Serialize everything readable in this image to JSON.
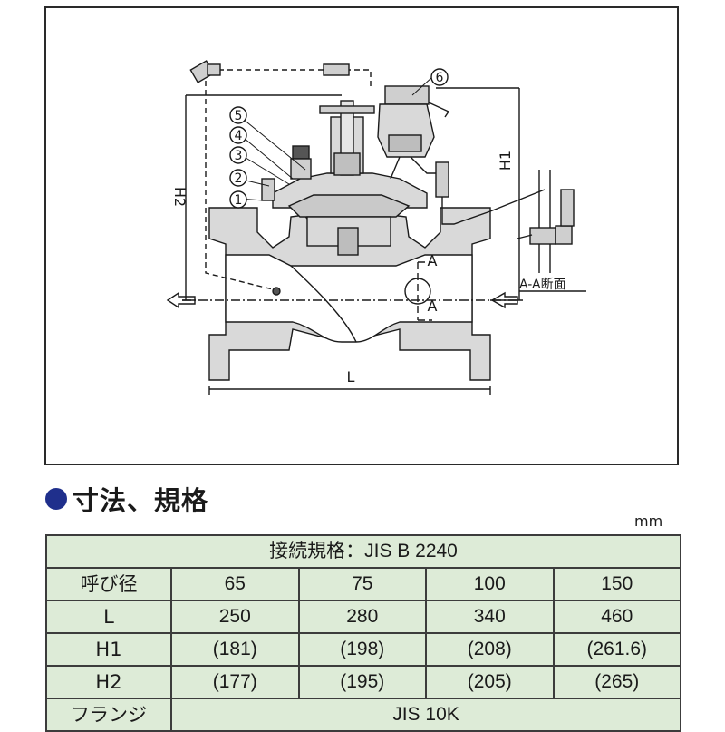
{
  "drawing": {
    "callouts": [
      "1",
      "2",
      "3",
      "4",
      "5",
      "6"
    ],
    "dimension_labels": {
      "h1": "H1",
      "h2": "H2",
      "length": "L"
    },
    "section_marks": [
      "A",
      "A"
    ],
    "section_view_label": "A-A断面"
  },
  "section": {
    "title": "寸法、規格",
    "unit": "mm"
  },
  "spec_table": {
    "connection": "接続規格：JIS B 2240",
    "rows": [
      {
        "label": "呼び径",
        "values": [
          "65",
          "75",
          "100",
          "150"
        ]
      },
      {
        "label": "L",
        "values": [
          "250",
          "280",
          "340",
          "460"
        ]
      },
      {
        "label": "H1",
        "values": [
          "(181)",
          "(198)",
          "(208)",
          "(261.6)"
        ]
      },
      {
        "label": "H2",
        "values": [
          "(177)",
          "(195)",
          "(205)",
          "(265)"
        ]
      }
    ],
    "flange": {
      "label": "フランジ",
      "value": "JIS 10K"
    }
  },
  "colors": {
    "bullet": "#1f2f8c",
    "table_fill": "#ddebd7",
    "drawing_fill": "#d9d9d9"
  }
}
